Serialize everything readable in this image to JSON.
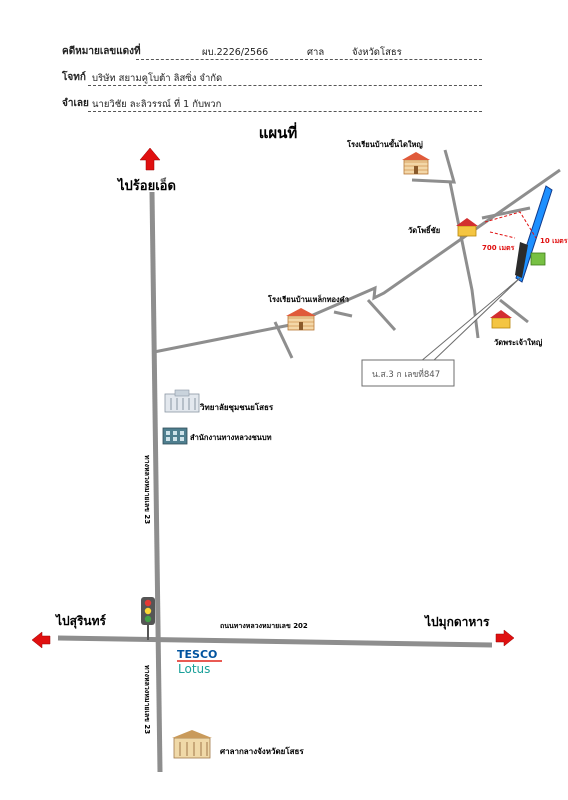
{
  "header": {
    "row1": {
      "label": "คดีหมายเลขแดงที่",
      "case_no": "ผบ.2226/2566",
      "court_word": "ศาล",
      "court": "จังหวัดโสธร"
    },
    "row2": {
      "label": "โจทก์",
      "value": "บริษัท สยามคูโบต้า ลิสซิ่ง จำกัด"
    },
    "row3": {
      "label": "จำเลย",
      "value": "นายวิชัย ละลิวรรณ์ ที่ 1 กับพวก"
    }
  },
  "map": {
    "title": "แผนที่",
    "places": {
      "roi_et": "ไปร้อยเอ็ด",
      "surin": "ไปสุรินทร์",
      "mukdahan": "ไปมุกดาหาร",
      "school_top": "โรงเรียนบ้านขั้นไดใหญ่",
      "wat_pho": "วัดโพธิ์ชัย",
      "school_mid": "โรงเรียนบ้านเหล็กทองคำ",
      "wat_phra_chao": "วัดพระเจ้าใหญ่",
      "college": "วิทยาลัยชุมชนยโสธร",
      "office": "สำนักงานทางหลวงชนบท",
      "court": "ศาลากลางจังหวัดยโสธร",
      "tesco_top": "TESCO",
      "tesco_bottom": "Lotus"
    },
    "roads": {
      "route23_top": "ทางหลวงหมายเลข 23",
      "route23_bottom": "ทางหลวงหมายเลข 23",
      "route202": "ถนนทางหลวงหมายเลข 202"
    },
    "distances": {
      "d1": "700 เมตร",
      "d2": "10 เมตร"
    },
    "callout": "น.ส.3 ก เลขที่847",
    "colors": {
      "road": "#8e8e8e",
      "arrow": "#e01010",
      "river": "#1e90ff",
      "tesco_red": "#e2231a",
      "tesco_blue": "#00539f",
      "plot": "#77c043"
    }
  }
}
